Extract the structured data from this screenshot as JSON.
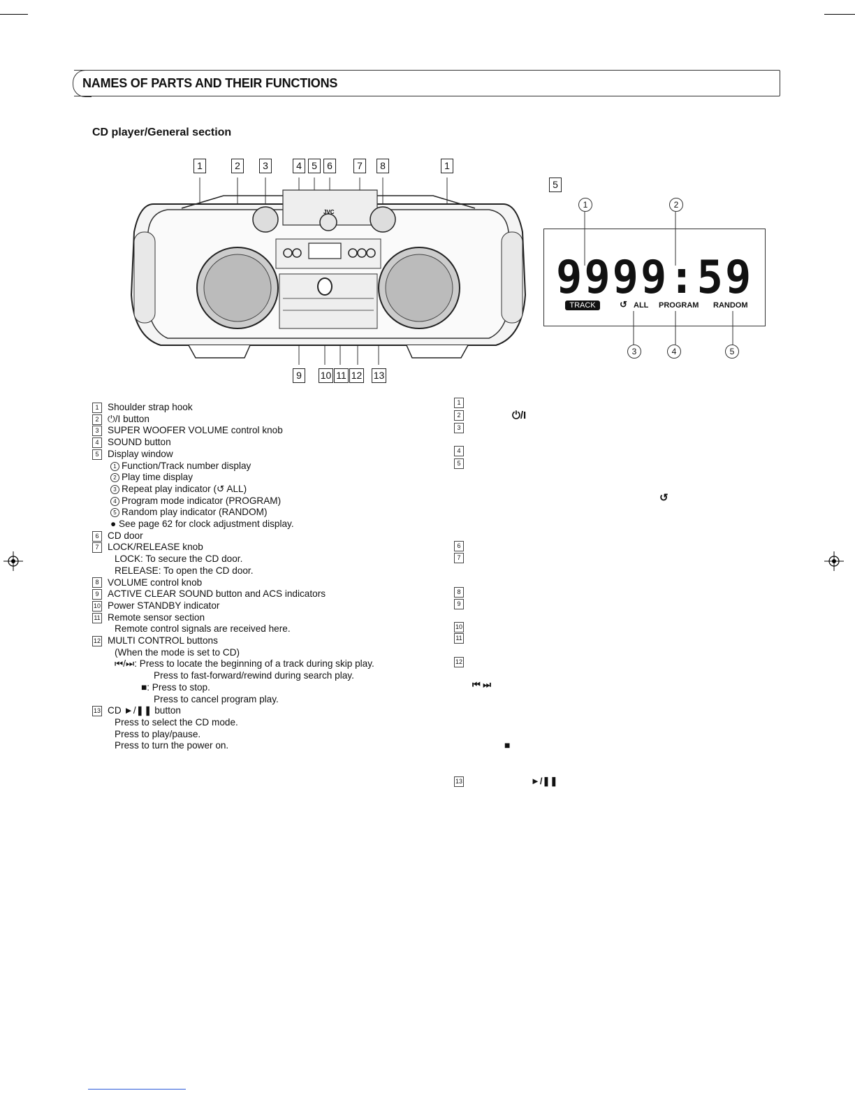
{
  "header": {
    "title": "NAMES OF PARTS AND THEIR FUNCTIONS"
  },
  "section": {
    "title": "CD player/General section"
  },
  "diagram": {
    "brand": "JVC",
    "top_callouts": [
      "1",
      "2",
      "3",
      "4",
      "5",
      "6",
      "7",
      "8",
      "1"
    ],
    "bottom_callouts": [
      "9",
      "10",
      "11",
      "12",
      "13"
    ],
    "display_callout": "5"
  },
  "display_window": {
    "digits": "9999:59",
    "track_label": "TRACK",
    "repeat_label": "ALL",
    "program_label": "PROGRAM",
    "random_label": "RANDOM",
    "callouts": [
      "1",
      "2",
      "3",
      "4",
      "5"
    ]
  },
  "parts": [
    {
      "num": "1",
      "label": "Shoulder strap hook"
    },
    {
      "num": "2",
      "label": "⏻/I button"
    },
    {
      "num": "3",
      "label": "SUPER WOOFER VOLUME control knob"
    },
    {
      "num": "4",
      "label": "SOUND button"
    },
    {
      "num": "5",
      "label": "Display window"
    },
    {
      "sub": "1",
      "label": "Function/Track number display"
    },
    {
      "sub": "2",
      "label": "Play time display"
    },
    {
      "sub": "3",
      "label": "Repeat play indicator (↺ ALL)"
    },
    {
      "sub": "4",
      "label": "Program mode indicator (PROGRAM)"
    },
    {
      "sub": "5",
      "label": "Random play indicator (RANDOM)"
    },
    {
      "note": "● See page 62 for clock adjustment display."
    },
    {
      "num": "6",
      "label": "CD door"
    },
    {
      "num": "7",
      "label": "LOCK/RELEASE knob"
    },
    {
      "text": "LOCK: To secure the CD door."
    },
    {
      "text": "RELEASE: To open the CD door."
    },
    {
      "num": "8",
      "label": "VOLUME control knob"
    },
    {
      "num": "9",
      "label": "ACTIVE CLEAR SOUND button and ACS indicators"
    },
    {
      "num": "10",
      "label": "Power STANDBY indicator"
    },
    {
      "num": "11",
      "label": "Remote sensor section"
    },
    {
      "text": "Remote control signals are received here."
    },
    {
      "num": "12",
      "label": "MULTI CONTROL buttons"
    },
    {
      "text": "(When the mode is set to CD)"
    },
    {
      "text": "⏮/⏭: Press to locate the beginning of a track during skip play."
    },
    {
      "deep": "Press to fast-forward/rewind during search play."
    },
    {
      "deepstop": "■: Press to stop."
    },
    {
      "deep": "Press to cancel program play."
    },
    {
      "num": "13",
      "label": "CD ►/❚❚ button"
    },
    {
      "text": "Press to select the CD mode."
    },
    {
      "text": "Press to play/pause."
    },
    {
      "text": "Press to turn the power on."
    }
  ],
  "right_column": {
    "numbers": [
      "1",
      "2",
      "3",
      "4",
      "5",
      "6",
      "7",
      "8",
      "9",
      "10",
      "11",
      "12",
      "13"
    ],
    "power_symbol": "⏻/I",
    "repeat_symbol": "↺",
    "skip_symbols": "⏮ ⏭",
    "stop_symbol": "■",
    "play_pause_symbol": "►/❚❚"
  }
}
